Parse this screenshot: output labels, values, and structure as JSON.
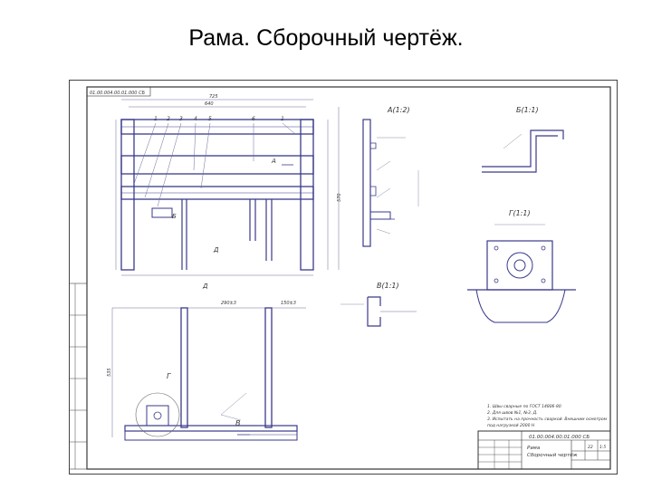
{
  "slide": {
    "title": "Рама. Сборочный чертёж."
  },
  "drawing": {
    "stamp_number": "01.00.004.00.01.000 СБ",
    "views": {
      "section_a": "А(1:2)",
      "section_b": "Б(1:1)",
      "section_v": "В(1:1)",
      "section_g": "Г(1:1)"
    },
    "markers": {
      "a": "А",
      "b": "Б",
      "d": "Д",
      "v": "В",
      "g": "Г"
    },
    "view_label": "Д",
    "part_numbers": [
      "1",
      "2",
      "3",
      "4",
      "5",
      "6",
      "1"
    ],
    "dimensions": {
      "overall_width": "725",
      "inner_width": "640",
      "height": "570",
      "depth": "535",
      "bottom_left": "290±3",
      "bottom_right": "150±3"
    },
    "notes": [
      "1. Швы сварные по ГОСТ 14806-80",
      "2. Для швов №1, №3, Д.",
      "3. Испытать на прочность сваркой. Внешним осмотром",
      "под нагрузкой 2000 Н"
    ],
    "title_block": {
      "designation": "01.00.004.00.01.000 СБ",
      "name_line1": "Рама",
      "name_line2": "Сборочный чертёж",
      "scale": "1:5",
      "mass": "22"
    }
  },
  "colors": {
    "frame_line": "#3a3a8a",
    "thin_line": "#6b6b9a",
    "text": "#333333"
  }
}
